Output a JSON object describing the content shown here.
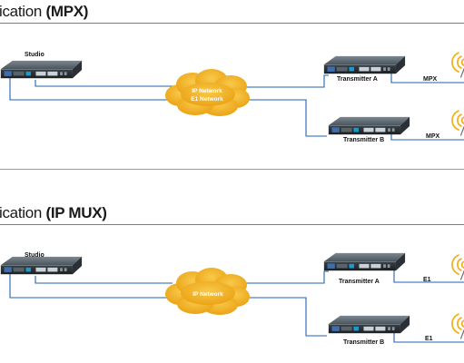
{
  "section1": {
    "title_main": "ication",
    "title_paren": "(MPX)",
    "studio_label": "Studio",
    "cloud_line1": "IP Network",
    "cloud_line2": "E1 Network",
    "tx_a_label": "Transmitter A",
    "tx_b_label": "Transmitter B",
    "link_a_label": "MPX",
    "link_b_label": "MPX"
  },
  "section2": {
    "title_main": "ication",
    "title_paren": "(IP MUX)",
    "studio_label": "Studio",
    "cloud_line1": "IP Network",
    "tx_a_label": "Transmitter A",
    "tx_b_label": "Transmitter B",
    "link_a_label": "E1",
    "link_b_label": "E1"
  },
  "colors": {
    "link_blue": "#1f63b0",
    "cloud_orange": "#f2b01e",
    "device_dark": "#2d3338"
  },
  "icons": {
    "device": "rack-unit-icon",
    "cloud": "cloud-icon",
    "antenna": "broadcast-antenna-icon"
  }
}
